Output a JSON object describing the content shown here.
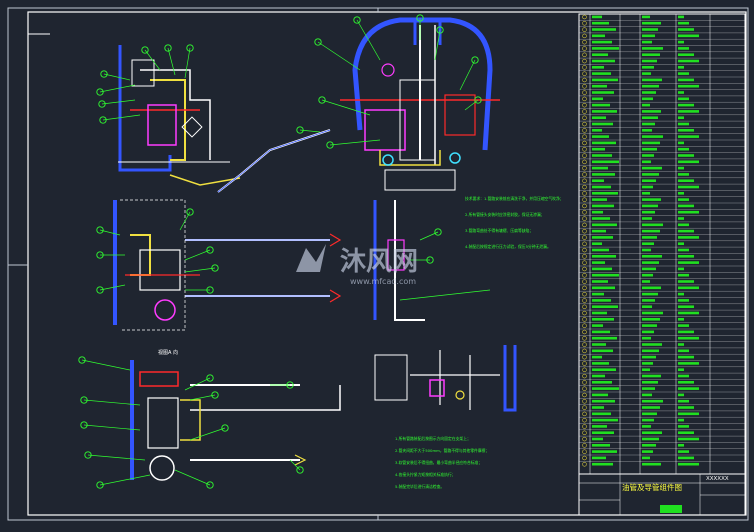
{
  "drawing": {
    "title_block_title": "油管及导管组件图",
    "title_block_code": "XXXXXX",
    "view_label": "视图A 向",
    "watermark_text": "沐风网",
    "watermark_url": "www.mfcad.com"
  },
  "colors": {
    "background": "#1f2530",
    "frame": "#ffffff",
    "pipe_blue": "#3355ff",
    "pipe_red": "#ff2a2a",
    "pipe_yellow": "#f0e040",
    "pipe_magenta": "#ff3cff",
    "leader_green": "#30ff30",
    "pipe_cyan": "#40e0ff",
    "table_green": "#20e020",
    "watermark": "#c8d2e6"
  },
  "notes": [
    "技术要求：1.管路安装前应清洗干净，并用压缩空气吹净；",
    "2.所有管接头安装时应涂密封胶，保证无渗漏；",
    "3.管路弯曲处不得有皱褶、压扁等缺陷；",
    "4.装配后按规定进行压力试验，保压5分钟无泄漏。"
  ],
  "bottom_notes": [
    "1.所有管路装配后按图示方向固定在支架上；",
    "2.管夹间距不大于500mm，管路不得与其他零件摩擦；",
    "3.软管安装后不得扭曲，最小弯曲半径应符合标准；",
    "4.各接头拧紧力矩按相关标准执行；",
    "5.装配完毕后进行清洁检查。"
  ]
}
